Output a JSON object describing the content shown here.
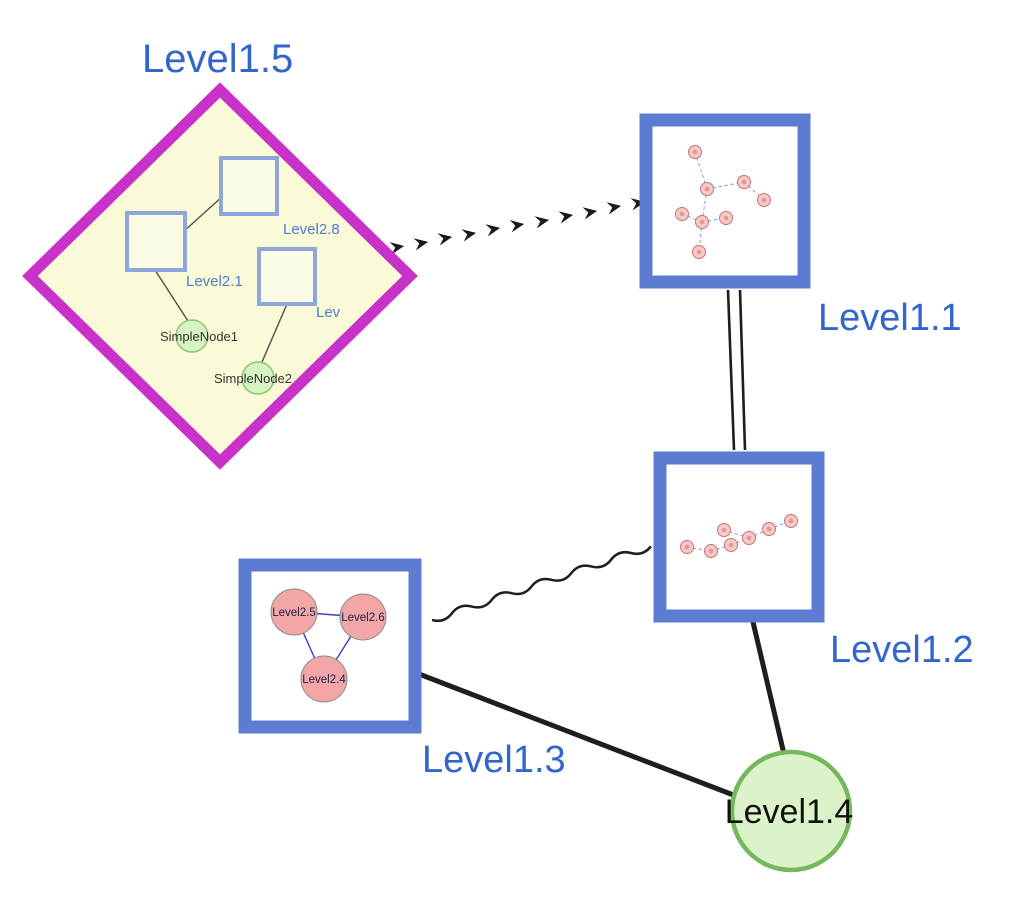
{
  "nodes": {
    "level1_1": {
      "label": "Level1.1",
      "shape": "square-group"
    },
    "level1_2": {
      "label": "Level1.2",
      "shape": "square-group"
    },
    "level1_3": {
      "label": "Level1.3",
      "shape": "square-group"
    },
    "level1_4": {
      "label": "Level1.4",
      "shape": "green-circle"
    },
    "level1_5": {
      "label": "Level1.5",
      "shape": "magenta-diamond-group"
    },
    "level2_8": {
      "label": "Level2.8",
      "parent": "Level1.5"
    },
    "level2_1": {
      "label": "Level2.1",
      "parent": "Level1.5"
    },
    "level2_partial": {
      "label": "Lev",
      "parent": "Level1.5"
    },
    "simplenode1": {
      "label": "SimpleNode1",
      "parent": "Level1.5"
    },
    "simplenode2": {
      "label": "SimpleNode2",
      "parent": "Level1.5"
    },
    "level2_5": {
      "label": "Level2.5",
      "parent": "Level1.3"
    },
    "level2_6": {
      "label": "Level2.6",
      "parent": "Level1.3"
    },
    "level2_4": {
      "label": "Level2.4",
      "parent": "Level1.3"
    }
  },
  "edges": [
    {
      "from": "Level1.5",
      "to": "Level1.1",
      "style": "dashed-chevron-arrow"
    },
    {
      "from": "Level1.1",
      "to": "Level1.2",
      "style": "double-line"
    },
    {
      "from": "Level1.3",
      "to": "Level1.2",
      "style": "wavy"
    },
    {
      "from": "Level1.3",
      "to": "Level1.4",
      "style": "solid-thick"
    },
    {
      "from": "Level1.2",
      "to": "Level1.4",
      "style": "solid-thick"
    },
    {
      "from": "Level2.1",
      "to": "Level2.8",
      "style": "solid",
      "scope": "inside Level1.5"
    },
    {
      "from": "Level2.1",
      "to": "SimpleNode1",
      "style": "solid",
      "scope": "inside Level1.5"
    },
    {
      "from": "Lev",
      "to": "SimpleNode2",
      "style": "solid",
      "scope": "inside Level1.5"
    },
    {
      "from": "Level2.5",
      "to": "Level2.6",
      "style": "solid-blue",
      "scope": "inside Level1.3"
    },
    {
      "from": "Level2.5",
      "to": "Level2.4",
      "style": "solid-blue",
      "scope": "inside Level1.3"
    },
    {
      "from": "Level2.6",
      "to": "Level2.4",
      "style": "solid-blue",
      "scope": "inside Level1.3"
    }
  ],
  "colors": {
    "label_blue": "#3366cc",
    "group_border_blue": "#5b7cd0",
    "diamond_magenta": "#c832c8",
    "diamond_fill": "#fafad9",
    "inner_square_border": "#8fa6da",
    "inner_square_fill": "#fcfce6",
    "green_node_fill": "#d7f2c3",
    "green_node_border": "#8cc873",
    "big_green_fill": "#dcf3c9",
    "big_green_border": "#74b85c",
    "pink_node_fill": "#f2a6a6",
    "pink_node_border": "#8a8a8a",
    "sub_node_fill": "#f7caca",
    "sub_node_border": "#cc7070",
    "edge_black": "#1e1e1e",
    "sub_edge_blue": "#7d8fd8",
    "triangle_edge_blue": "#3a3ad0"
  }
}
